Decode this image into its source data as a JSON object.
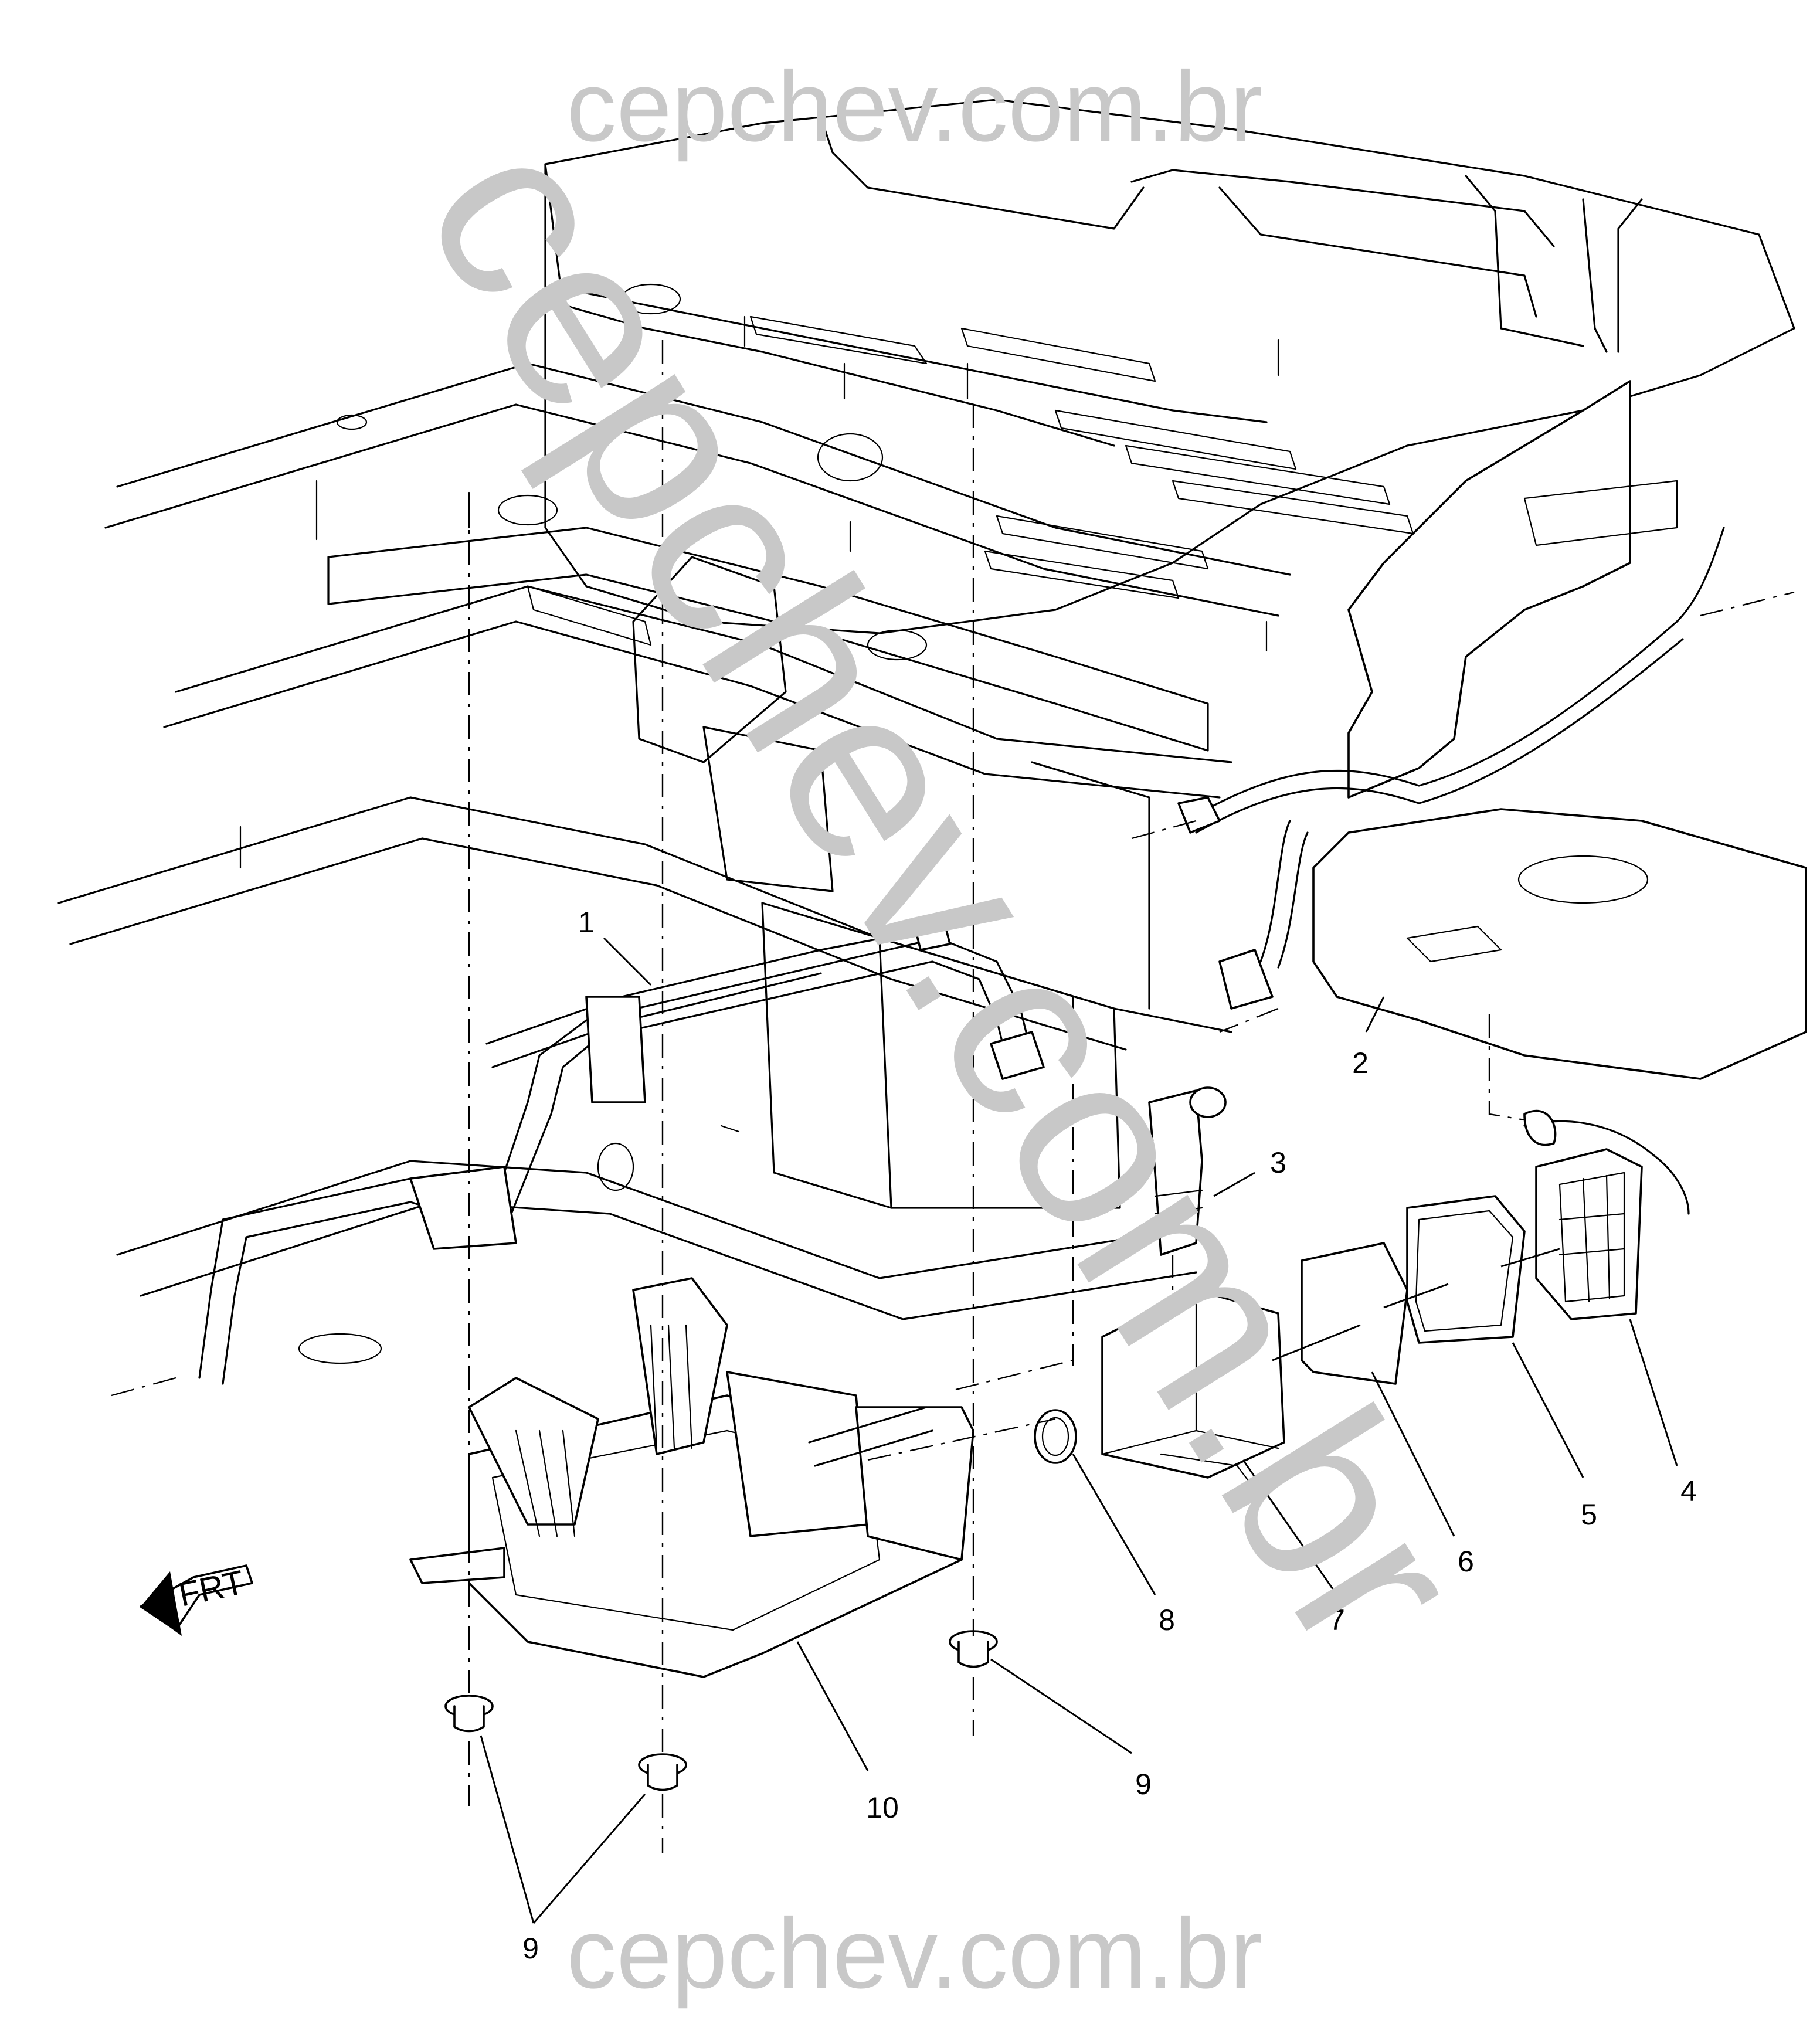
{
  "watermark": {
    "top": "cepchev.com.br",
    "bottom": "cepchev.com.br",
    "diagonal": "cepchev.com.br"
  },
  "front_arrow": {
    "label": "FRT"
  },
  "callouts": [
    {
      "id": "callout-1",
      "label": "1"
    },
    {
      "id": "callout-2",
      "label": "2"
    },
    {
      "id": "callout-3",
      "label": "3"
    },
    {
      "id": "callout-4",
      "label": "4"
    },
    {
      "id": "callout-5",
      "label": "5"
    },
    {
      "id": "callout-6",
      "label": "6"
    },
    {
      "id": "callout-7",
      "label": "7"
    },
    {
      "id": "callout-8",
      "label": "8"
    },
    {
      "id": "callout-9a",
      "label": "9"
    },
    {
      "id": "callout-9b",
      "label": "9"
    },
    {
      "id": "callout-10",
      "label": "10"
    }
  ]
}
